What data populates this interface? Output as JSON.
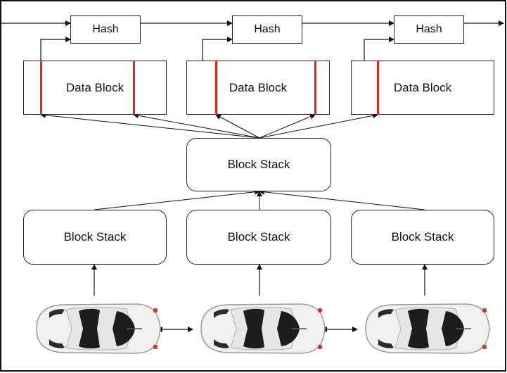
{
  "diagram": {
    "hash_blocks": [
      {
        "label": "Hash"
      },
      {
        "label": "Hash"
      },
      {
        "label": "Hash"
      }
    ],
    "data_blocks": [
      {
        "label": "Data Block"
      },
      {
        "label": "Data Block"
      },
      {
        "label": "Data Block"
      }
    ],
    "central_stack": {
      "label": "Block Stack"
    },
    "vehicle_stacks": [
      {
        "label": "Block Stack"
      },
      {
        "label": "Block Stack"
      },
      {
        "label": "Block Stack"
      }
    ],
    "vehicles": [
      {
        "icon": "car-top-view-icon"
      },
      {
        "icon": "car-top-view-icon"
      },
      {
        "icon": "car-top-view-icon"
      }
    ],
    "colors": {
      "line": "#111111",
      "boundary_marker": "#e3261b"
    }
  }
}
